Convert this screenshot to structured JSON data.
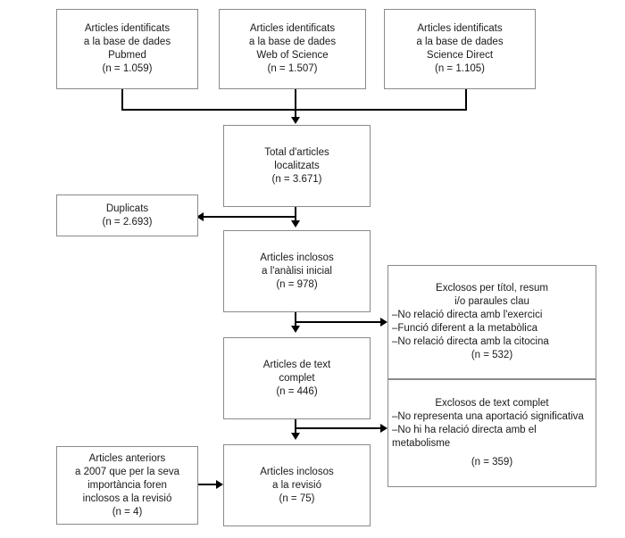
{
  "diagram": {
    "title": "PRISMA flow diagram",
    "language": "ca",
    "colors": {
      "box_border": "#8a8a8a",
      "connector": "#000000",
      "background": "#ffffff",
      "text": "#1a1a1a"
    }
  },
  "sources": [
    {
      "id": "pubmed",
      "lines": [
        "Articles identificats",
        "a la base de dades",
        "Pubmed",
        "(n = 1.059)"
      ],
      "count": "1.059",
      "database": "Pubmed"
    },
    {
      "id": "web-of-science",
      "lines": [
        "Articles identificats",
        "a la base de dades",
        "Web of Science",
        "(n = 1.507)"
      ],
      "count": "1.507",
      "database": "Web of Science"
    },
    {
      "id": "science-direct",
      "lines": [
        "Articles identificats",
        "a la base de dades",
        "Science Direct",
        "(n = 1.105)"
      ],
      "count": "1.105",
      "database": "Science Direct"
    }
  ],
  "flow": {
    "total": {
      "lines": [
        "Total d'articles",
        "localitzats",
        "(n = 3.671)"
      ],
      "count": "3.671"
    },
    "initial_analysis": {
      "lines": [
        "Articles inclosos",
        "a l'anàlisi inicial",
        "(n = 978)"
      ],
      "count": "978"
    },
    "full_text": {
      "lines": [
        "Articles de text",
        "complet",
        "(n = 446)"
      ],
      "count": "446"
    },
    "included": {
      "lines": [
        "Articles inclosos",
        "a la revisió",
        "(n = 75)"
      ],
      "count": "75"
    }
  },
  "duplicates": {
    "lines": [
      "Duplicats",
      "(n = 2.693)"
    ],
    "count": "2.693"
  },
  "pre2007": {
    "lines": [
      "Articles anteriors",
      "a 2007 que per la seva",
      "importància foren",
      "inclosos a la revisió",
      "(n = 4)"
    ],
    "count": "4"
  },
  "exclusions": [
    {
      "id": "title-abstract-keywords",
      "heading_lines": [
        "Exclosos per títol, resum",
        "i/o paraules clau"
      ],
      "reasons": [
        "–No relació directa amb l'exercici",
        "–Funció diferent a la metabòlica",
        "–No relació directa amb la citocina"
      ],
      "count_label": "(n = 532)",
      "count": "532"
    },
    {
      "id": "full-text",
      "heading_lines": [
        "Exclosos de text complet"
      ],
      "reasons": [
        "–No representa una aportació significativa",
        "–No hi ha relació directa amb el metabolisme"
      ],
      "count_label": "(n = 359)",
      "count": "359"
    }
  ]
}
